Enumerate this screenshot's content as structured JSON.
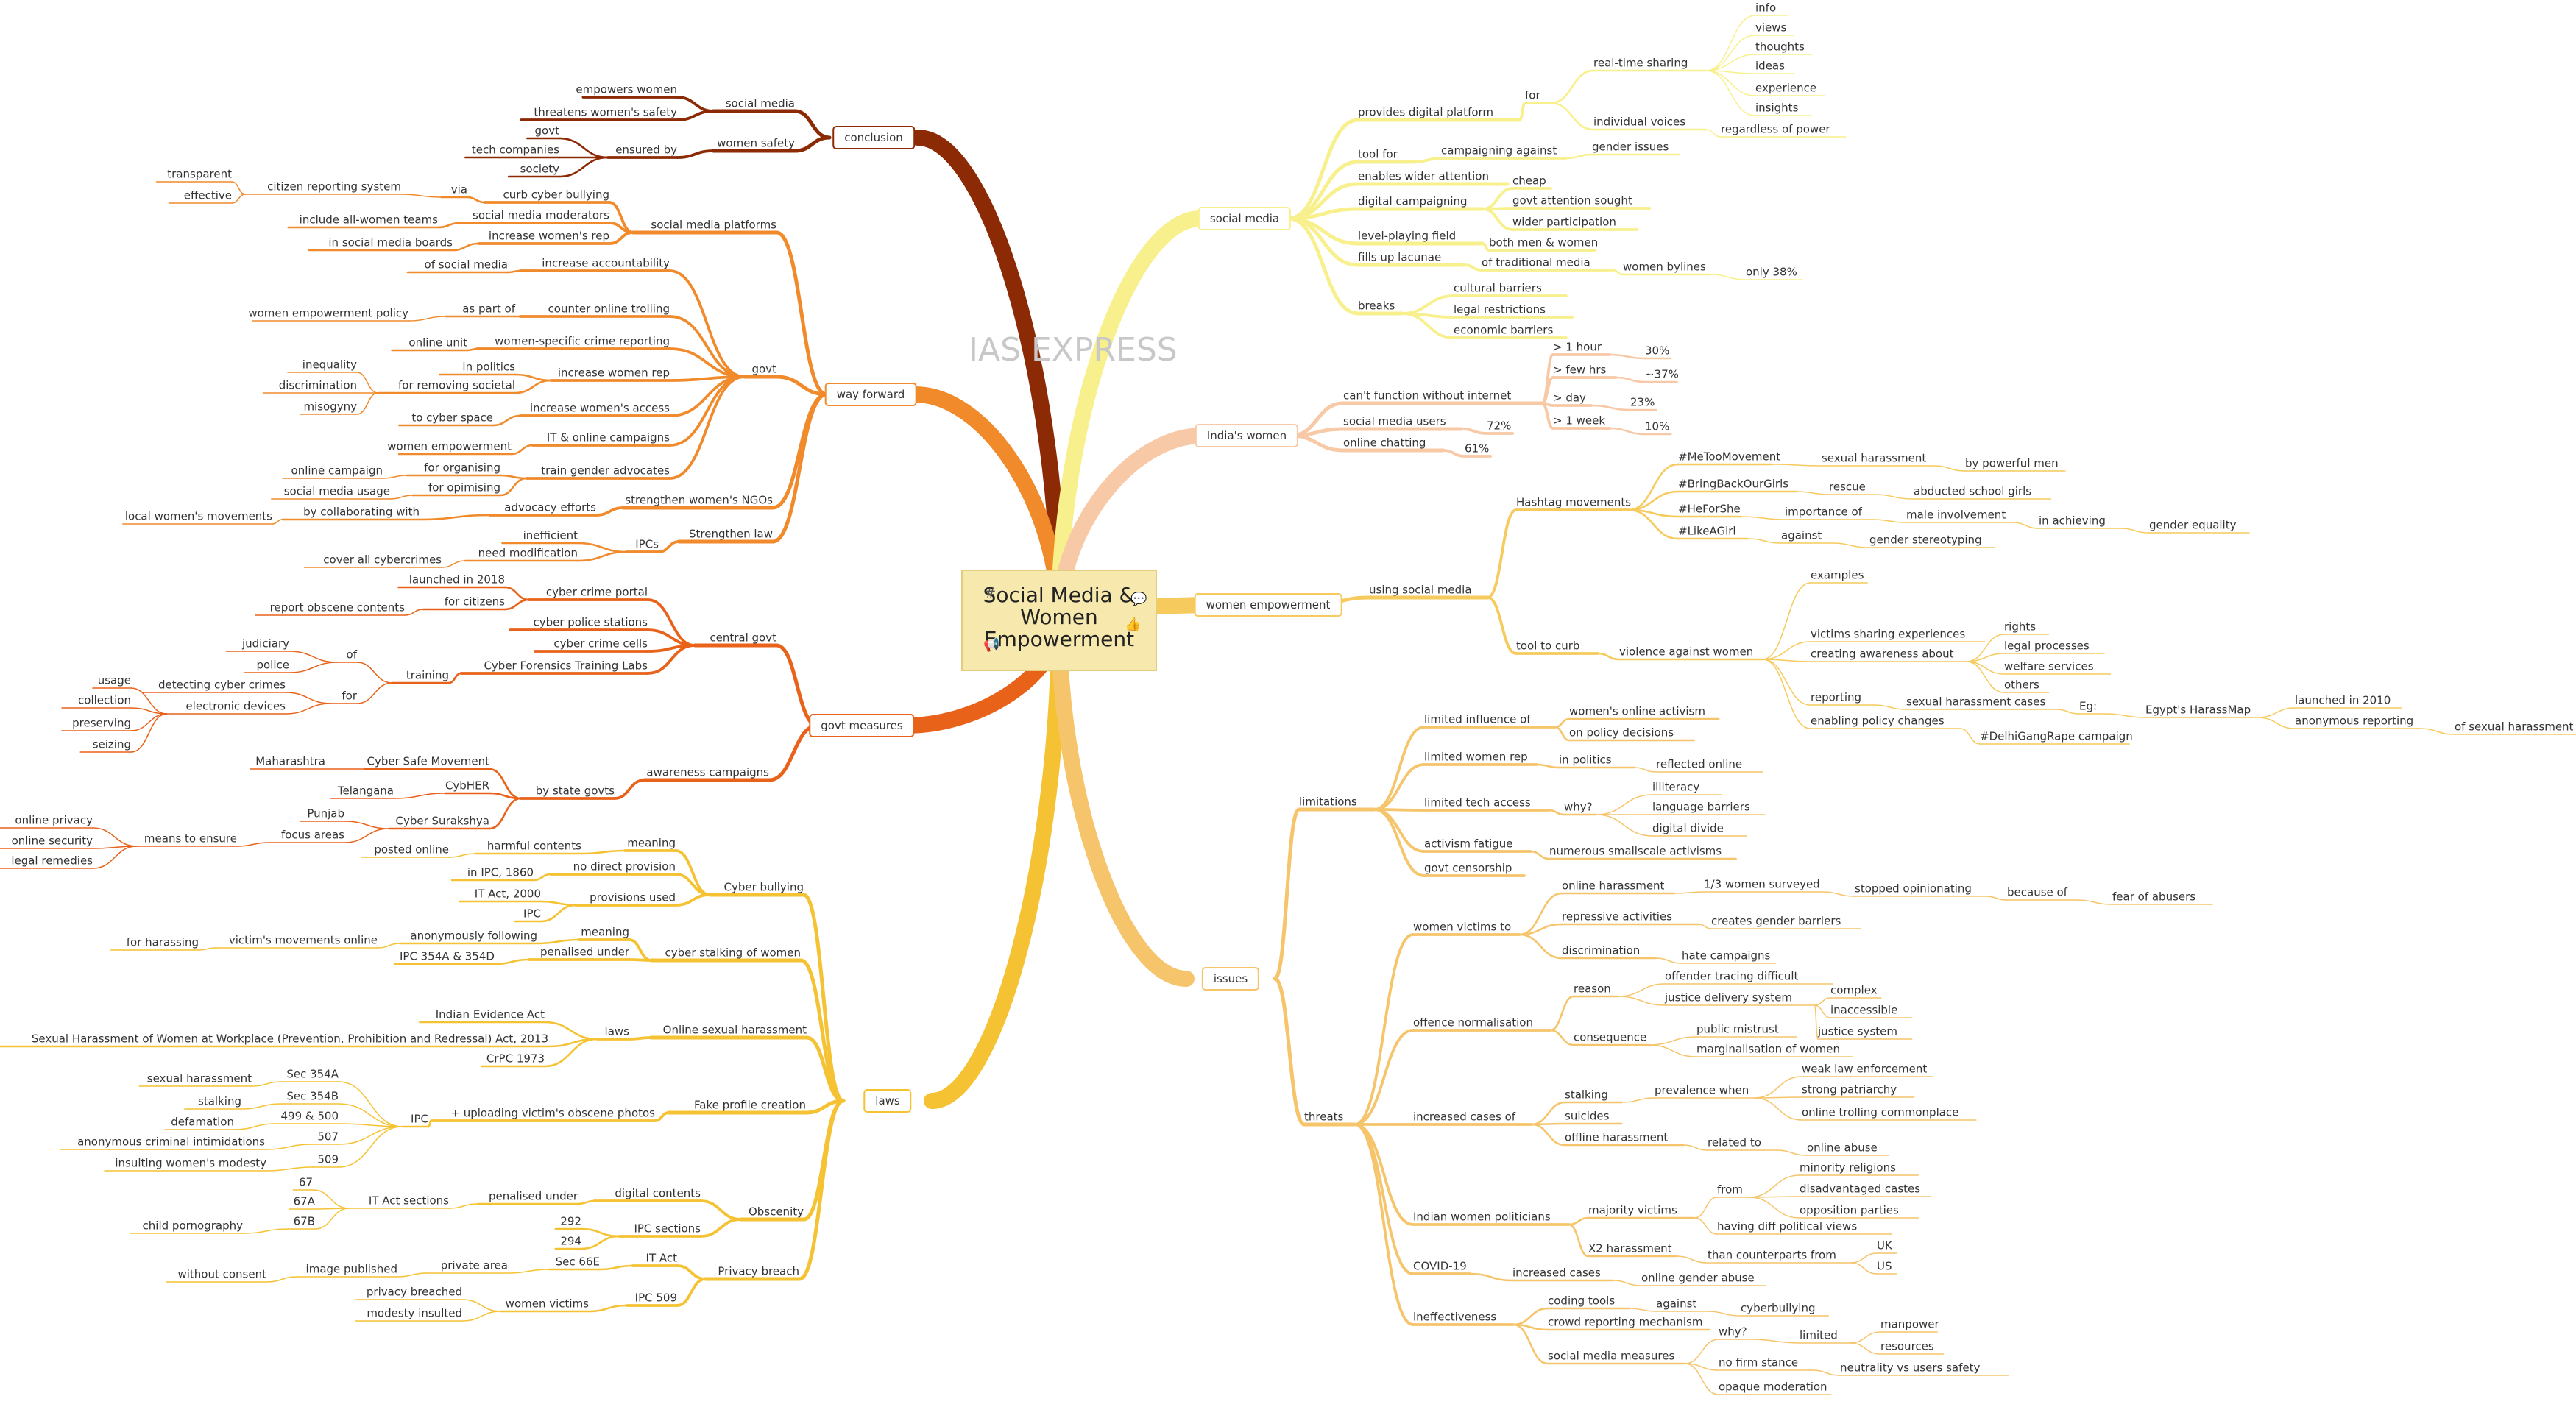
{
  "watermark": "IAS EXPRESS",
  "central_title": "Social Media & Women Empowerment",
  "colors": {
    "conclusion": "#8b2a05",
    "way_forward": "#f08a2b",
    "govt_measures": "#e8621a",
    "laws": "#f5c233",
    "social_media": "#f8f08c",
    "indias_women": "#f8c9a6",
    "women_empowerment": "#f6ca5c",
    "issues": "#f6c46a",
    "central_fill": "#f7e8ad"
  },
  "branches": {
    "conclusion": "conclusion",
    "way_forward": "way forward",
    "govt_measures": "govt measures",
    "laws": "laws",
    "social_media": "social media",
    "indias_women": "India's women",
    "women_empowerment": "women empowerment",
    "issues": "issues"
  },
  "conclusion": {
    "social_media": "social media",
    "empowers_women": "empowers women",
    "threatens": "threatens women's safety",
    "women_safety": "women safety",
    "ensured_by": "ensured by",
    "govt": "govt",
    "tech_companies": "tech companies",
    "society": "society"
  },
  "way_forward": {
    "smp": "social media platforms",
    "curb": "curb cyber bullying",
    "via": "via",
    "citizen": "citizen reporting system",
    "transparent": "transparent",
    "effective": "effective",
    "moderators": "social media moderators",
    "all_women": "include all-women teams",
    "increase_rep": "increase women's rep",
    "boards": "in social media boards",
    "govt": "govt",
    "accountability": "increase accountability",
    "of_sm": "of social media",
    "counter": "counter online trolling",
    "as_part": "as part of",
    "policy": "women empowerment policy",
    "crime_rep": "women-specific crime reporting",
    "online_unit": "online unit",
    "women_rep": "increase women rep",
    "in_politics": "in politics",
    "removing": "for removing societal",
    "inequality": "inequality",
    "discrimination": "discrimination",
    "misogyny": "misogyny",
    "access": "increase women's access",
    "cyber_space": "to cyber space",
    "campaigns": "IT & online campaigns",
    "empowerment": "women empowerment",
    "advocates": "train gender advocates",
    "organising": "for organising",
    "online_campaign": "online campaign",
    "opimising": "for opimising",
    "sm_usage": "social media usage",
    "ngos": "strengthen women's NGOs",
    "advocacy": "advocacy efforts",
    "collab": "by collaborating with",
    "local": "local women's movements",
    "law": "Strengthen law",
    "ipcs": "IPCs",
    "inefficient": "inefficient",
    "modification": "need modification",
    "cover": "cover all cybercrimes"
  },
  "govt_measures": {
    "central": "central govt",
    "portal": "cyber crime portal",
    "launched": "launched in 2018",
    "citizens": "for citizens",
    "report": "report obscene contents",
    "stations": "cyber police stations",
    "cells": "cyber crime cells",
    "cftl": "Cyber Forensics Training Labs",
    "training": "training",
    "of": "of",
    "judiciary": "judiciary",
    "police": "police",
    "for": "for",
    "detecting": "detecting cyber crimes",
    "devices": "electronic devices",
    "usage": "usage",
    "collection": "collection",
    "preserving": "preserving",
    "seizing": "seizing",
    "awareness": "awareness campaigns",
    "state": "by state govts",
    "csm": "Cyber Safe Movement",
    "maharashtra": "Maharashtra",
    "cybher": "CybHER",
    "telangana": "Telangana",
    "surakshya": "Cyber Surakshya",
    "punjab": "Punjab",
    "focus": "focus areas",
    "means": "means to ensure",
    "privacy": "online privacy",
    "security": "online security",
    "remedies": "legal remedies"
  },
  "laws": {
    "cyberbullying": "Cyber bullying",
    "meaning": "meaning",
    "harmful": "harmful contents",
    "posted": "posted online",
    "no_direct": "no direct provision",
    "ipc1860": "in IPC, 1860",
    "provisions": "provisions used",
    "itact2000": "IT Act, 2000",
    "ipc": "IPC",
    "stalking": "cyber stalking of women",
    "meaning2": "meaning",
    "anon": "anonymously following",
    "victims_mov": "victim's movements online",
    "harassing": "for harassing",
    "penalised": "penalised under",
    "ipc354": "IPC 354A & 354D",
    "osh": "Online sexual harassment",
    "laws": "laws",
    "iea": "Indian Evidence Act",
    "shw": "Sexual Harassment of Women at Workplace (Prevention, Prohibition and Redressal) Act, 2013",
    "crpc": "CrPC 1973",
    "fake": "Fake profile creation",
    "uploading": "+ uploading victim's obscene photos",
    "ipc2": "IPC",
    "s354a": "Sec 354A",
    "sexual_har": "sexual harassment",
    "s354b": "Sec 354B",
    "stalking2": "stalking",
    "s499": "499 & 500",
    "defamation": "defamation",
    "s507": "507",
    "anon_crim": "anonymous criminal intimidations",
    "s509": "509",
    "insulting": "insulting women's modesty",
    "obscenity": "Obscenity",
    "digital": "digital contents",
    "penalised2": "penalised under",
    "itsec": "IT Act sections",
    "s67": "67",
    "s67a": "67A",
    "s67b": "67B",
    "child": "child pornography",
    "ipcsec": "IPC sections",
    "s292": "292",
    "s294": "294",
    "privacy": "Privacy breach",
    "itact": "IT Act",
    "sec66e": "Sec 66E",
    "private": "private area",
    "image": "image published",
    "consent": "without consent",
    "ipc509": "IPC 509",
    "victims": "women victims",
    "breached": "privacy breached",
    "modesty": "modesty insulted"
  },
  "social_media": {
    "provides": "provides digital platform",
    "for": "for",
    "realtime": "real-time sharing",
    "info": "info",
    "views": "views",
    "thoughts": "thoughts",
    "ideas": "ideas",
    "experience": "experience",
    "insights": "insights",
    "voices": "individual voices",
    "regardless": "regardless of power",
    "tool": "tool for",
    "campaigning": "campaigning against",
    "gender_issues": "gender issues",
    "wider": "enables wider attention",
    "digital": "digital campaigning",
    "cheap": "cheap",
    "govt_att": "govt attention sought",
    "wider_part": "wider participation",
    "level": "level-playing field",
    "both": "both men & women",
    "lacunae": "fills up lacunae",
    "trad": "of traditional media",
    "bylines": "women bylines",
    "only38": "only 38%",
    "breaks": "breaks",
    "cultural": "cultural barriers",
    "legal": "legal restrictions",
    "economic": "economic barriers"
  },
  "indias_women": {
    "cant": "can't function without internet",
    "h1": "> 1 hour",
    "p30": "30%",
    "few": "> few hrs",
    "p37": "~37%",
    "day": "> day",
    "p23": "23%",
    "week": "> 1 week",
    "p10": "10%",
    "users": "social media users",
    "p72": "72%",
    "chatting": "online chatting",
    "p61": "61%"
  },
  "women_empowerment": {
    "using": "using social media",
    "hashtag": "Hashtag movements",
    "metoo": "#MeTooMovement",
    "sexual_har": "sexual harassment",
    "powerful": "by powerful men",
    "bbog": "#BringBackOurGirls",
    "rescue": "rescue",
    "abducted": "abducted school girls",
    "heforshe": "#HeForShe",
    "importance": "importance of",
    "male": "male involvement",
    "achieving": "in achieving",
    "equality": "gender equality",
    "likeagirl": "#LikeAGirl",
    "against": "against",
    "stereotyping": "gender stereotyping",
    "tool_curb": "tool to curb",
    "violence": "violence against women",
    "examples": "examples",
    "sharing": "victims sharing experiences",
    "awareness": "creating awareness about",
    "rights": "rights",
    "legal": "legal processes",
    "welfare": "welfare services",
    "others": "others",
    "reporting": "reporting",
    "cases": "sexual harassment cases",
    "eg": "Eg:",
    "harassmap": "Egypt's HarassMap",
    "launched": "launched in 2010",
    "anon": "anonymous reporting",
    "of_sh": "of sexual harassment",
    "policy": "enabling policy changes",
    "delhi": "#DelhiGangRape campaign"
  },
  "issues": {
    "limitations": "limitations",
    "influence": "limited influence of",
    "activism": "women's online activism",
    "decisions": "on policy decisions",
    "limited_rep": "limited women rep",
    "politics": "in politics",
    "reflected": "reflected online",
    "tech": "limited tech access",
    "why": "why?",
    "illiteracy": "illiteracy",
    "language": "language barriers",
    "divide": "digital divide",
    "fatigue": "activism fatigue",
    "smallscale": "numerous smallscale activisms",
    "censorship": "govt censorship",
    "threats": "threats",
    "victims_to": "women victims to",
    "online_har": "online harassment",
    "surveyed": "1/3 women surveyed",
    "stopped": "stopped opinionating",
    "because": "because of",
    "fear": "fear of abusers",
    "repressive": "repressive activities",
    "barriers": "creates gender barriers",
    "discrimination": "discrimination",
    "hate": "hate campaigns",
    "normalisation": "offence normalisation",
    "reason": "reason",
    "tracing": "offender tracing difficult",
    "justice": "justice delivery system",
    "complex": "complex",
    "inaccessible": "inaccessible",
    "justice_sys": "justice system",
    "consequence": "consequence",
    "mistrust": "public mistrust",
    "marginal": "marginalisation of women",
    "increased": "increased cases of",
    "stalking": "stalking",
    "prevalence": "prevalence when",
    "weak": "weak law enforcement",
    "patriarchy": "strong patriarchy",
    "trolling": "online trolling commonplace",
    "suicides": "suicides",
    "offline": "offline harassment",
    "related": "related to",
    "abuse": "online abuse",
    "politicians": "Indian women politicians",
    "majority": "majority victims",
    "from": "from",
    "minority": "minority religions",
    "disadvantaged": "disadvantaged castes",
    "opposition": "opposition parties",
    "diff": "having diff political views",
    "x2": "X2 harassment",
    "than": "than counterparts from",
    "uk": "UK",
    "us": "US",
    "covid": "COVID-19",
    "increased_c": "increased cases",
    "gender_abuse": "online gender abuse",
    "ineff": "ineffectiveness",
    "coding": "coding tools",
    "against": "against",
    "cyberbullying": "cyberbullying",
    "crowd": "crowd reporting mechanism",
    "measures": "social media measures",
    "why2": "why?",
    "limited": "limited",
    "manpower": "manpower",
    "resources": "resources",
    "no_firm": "no firm stance",
    "neutrality": "neutrality vs users safety",
    "opaque": "opaque moderation"
  }
}
